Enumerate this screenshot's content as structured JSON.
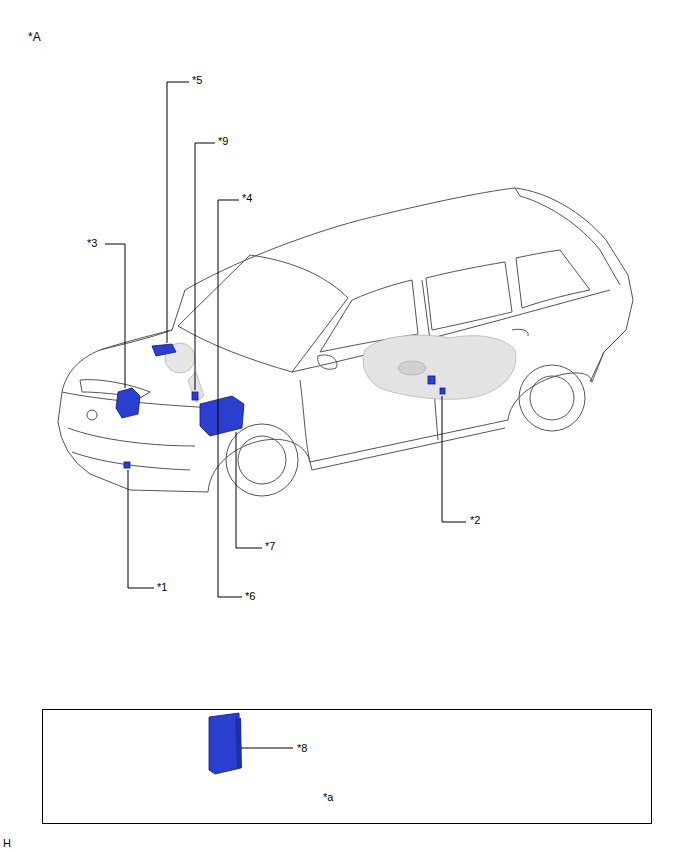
{
  "diagram": {
    "nodes": [
      {
        "text": [
          "*8",
          "*a"
        ]
      }
    ],
    "labels": [
      "*A",
      "*5",
      "*9",
      "*4",
      "*3",
      "*2",
      "*7",
      "*1",
      "*6",
      "H"
    ]
  }
}
